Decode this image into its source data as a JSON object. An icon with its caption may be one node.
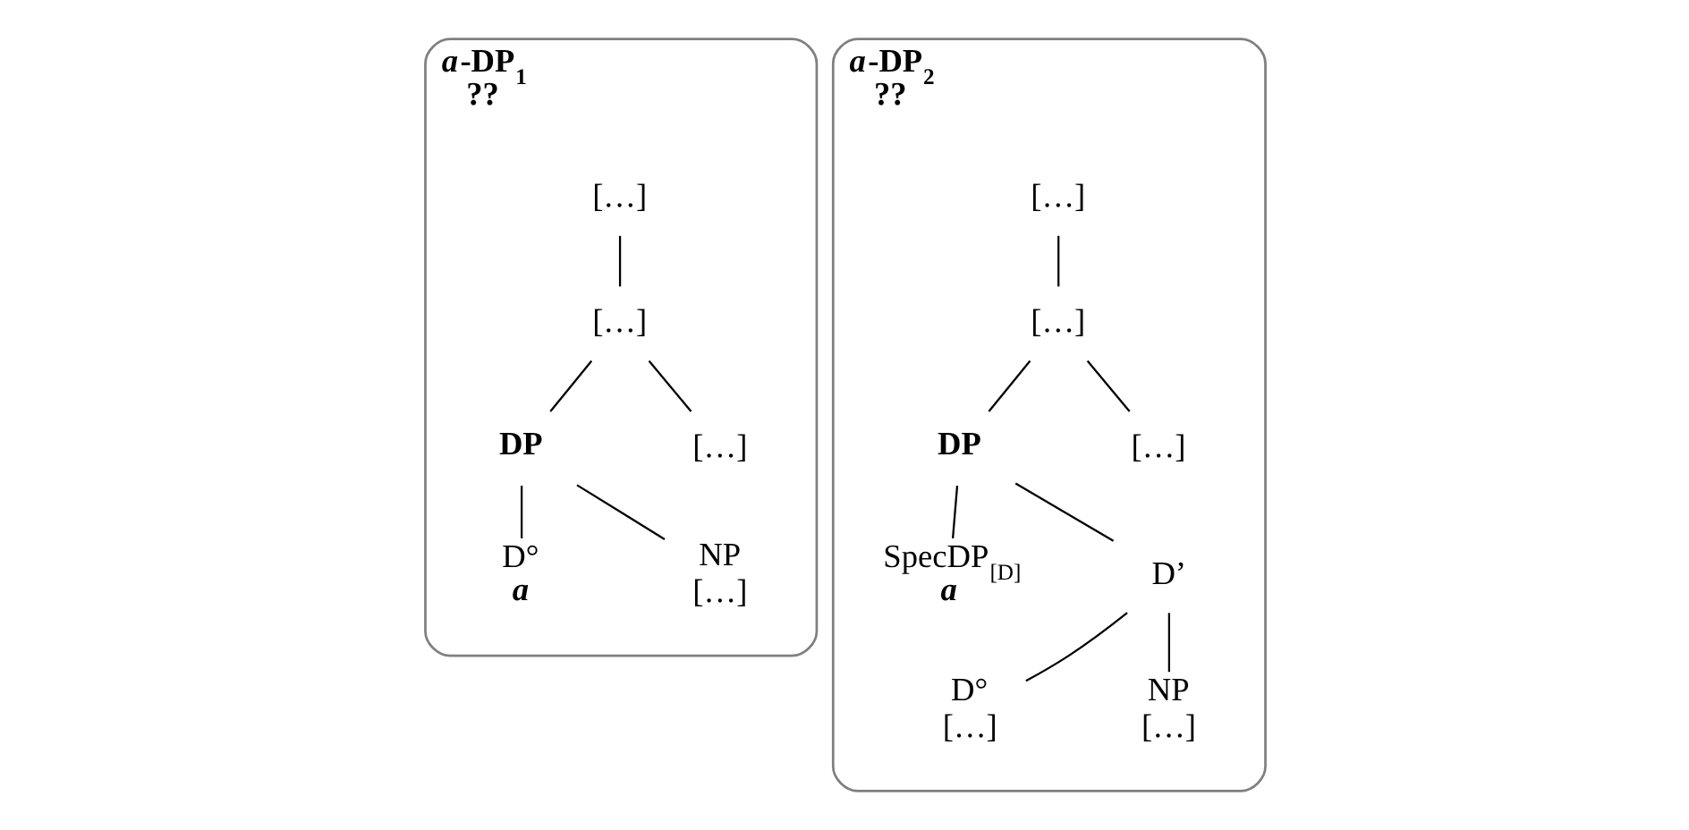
{
  "diagram": {
    "nodes": [
      {
        "text": [
          "*a*-DP$_{1}$",
          "??"
        ]
      },
      {
        "text": [
          "[…]"
        ],
        "in": 0
      },
      {
        "text": [
          "[…]"
        ],
        "in": 0
      },
      {
        "text": [
          "DP"
        ],
        "in": 0
      },
      {
        "text": [
          "[…]"
        ],
        "in": 0
      },
      {
        "text": [
          "D°",
          "a"
        ],
        "in": 0
      },
      {
        "text": [
          "NP",
          "[…]"
        ],
        "in": 0
      },
      {
        "text": [
          "*a*-DP$_{2}$",
          "??"
        ]
      },
      {
        "text": [
          "[…]"
        ],
        "in": 7
      },
      {
        "text": [
          "[…]"
        ],
        "in": 7
      },
      {
        "text": [
          "DP"
        ],
        "in": 7
      },
      {
        "text": [
          "[…]"
        ],
        "in": 7
      },
      {
        "text": [
          "SpecDP$_{[D]}$",
          "a"
        ],
        "in": 7
      },
      {
        "text": [
          "D’"
        ],
        "in": 7
      },
      {
        "text": [
          "D°",
          "[…]"
        ],
        "in": 7
      },
      {
        "text": [
          "NP",
          "[…]"
        ],
        "in": 7
      }
    ],
    "edges": [
      {
        "from": 1,
        "to": 2,
        "arrow": "none"
      },
      {
        "from": 2,
        "to": 3,
        "arrow": "none"
      },
      {
        "from": 2,
        "to": 4,
        "arrow": "none"
      },
      {
        "from": 3,
        "to": 5,
        "arrow": "none"
      },
      {
        "from": 3,
        "to": 6,
        "arrow": "none"
      },
      {
        "from": 8,
        "to": 9,
        "arrow": "none"
      },
      {
        "from": 9,
        "to": 10,
        "arrow": "none"
      },
      {
        "from": 9,
        "to": 11,
        "arrow": "none"
      },
      {
        "from": 10,
        "to": 12,
        "arrow": "none"
      },
      {
        "from": 10,
        "to": 13,
        "arrow": "none"
      },
      {
        "from": 13,
        "to": 14,
        "arrow": "none"
      },
      {
        "from": 13,
        "to": 15,
        "arrow": "none"
      }
    ]
  }
}
